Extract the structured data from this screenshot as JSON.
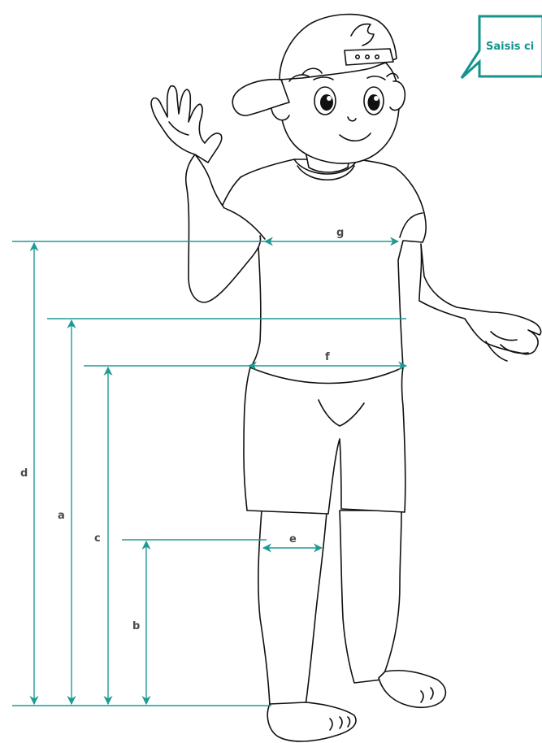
{
  "speech_bubble": {
    "text": "Saisis ci"
  },
  "measurements": {
    "a": "a",
    "b": "b",
    "c": "c",
    "d": "d",
    "e": "e",
    "f": "f",
    "g": "g"
  },
  "colors": {
    "measure_line": "#1e9a95",
    "bubble_border": "#14938e",
    "label_text": "#4a4a4a",
    "outline": "#111111"
  }
}
